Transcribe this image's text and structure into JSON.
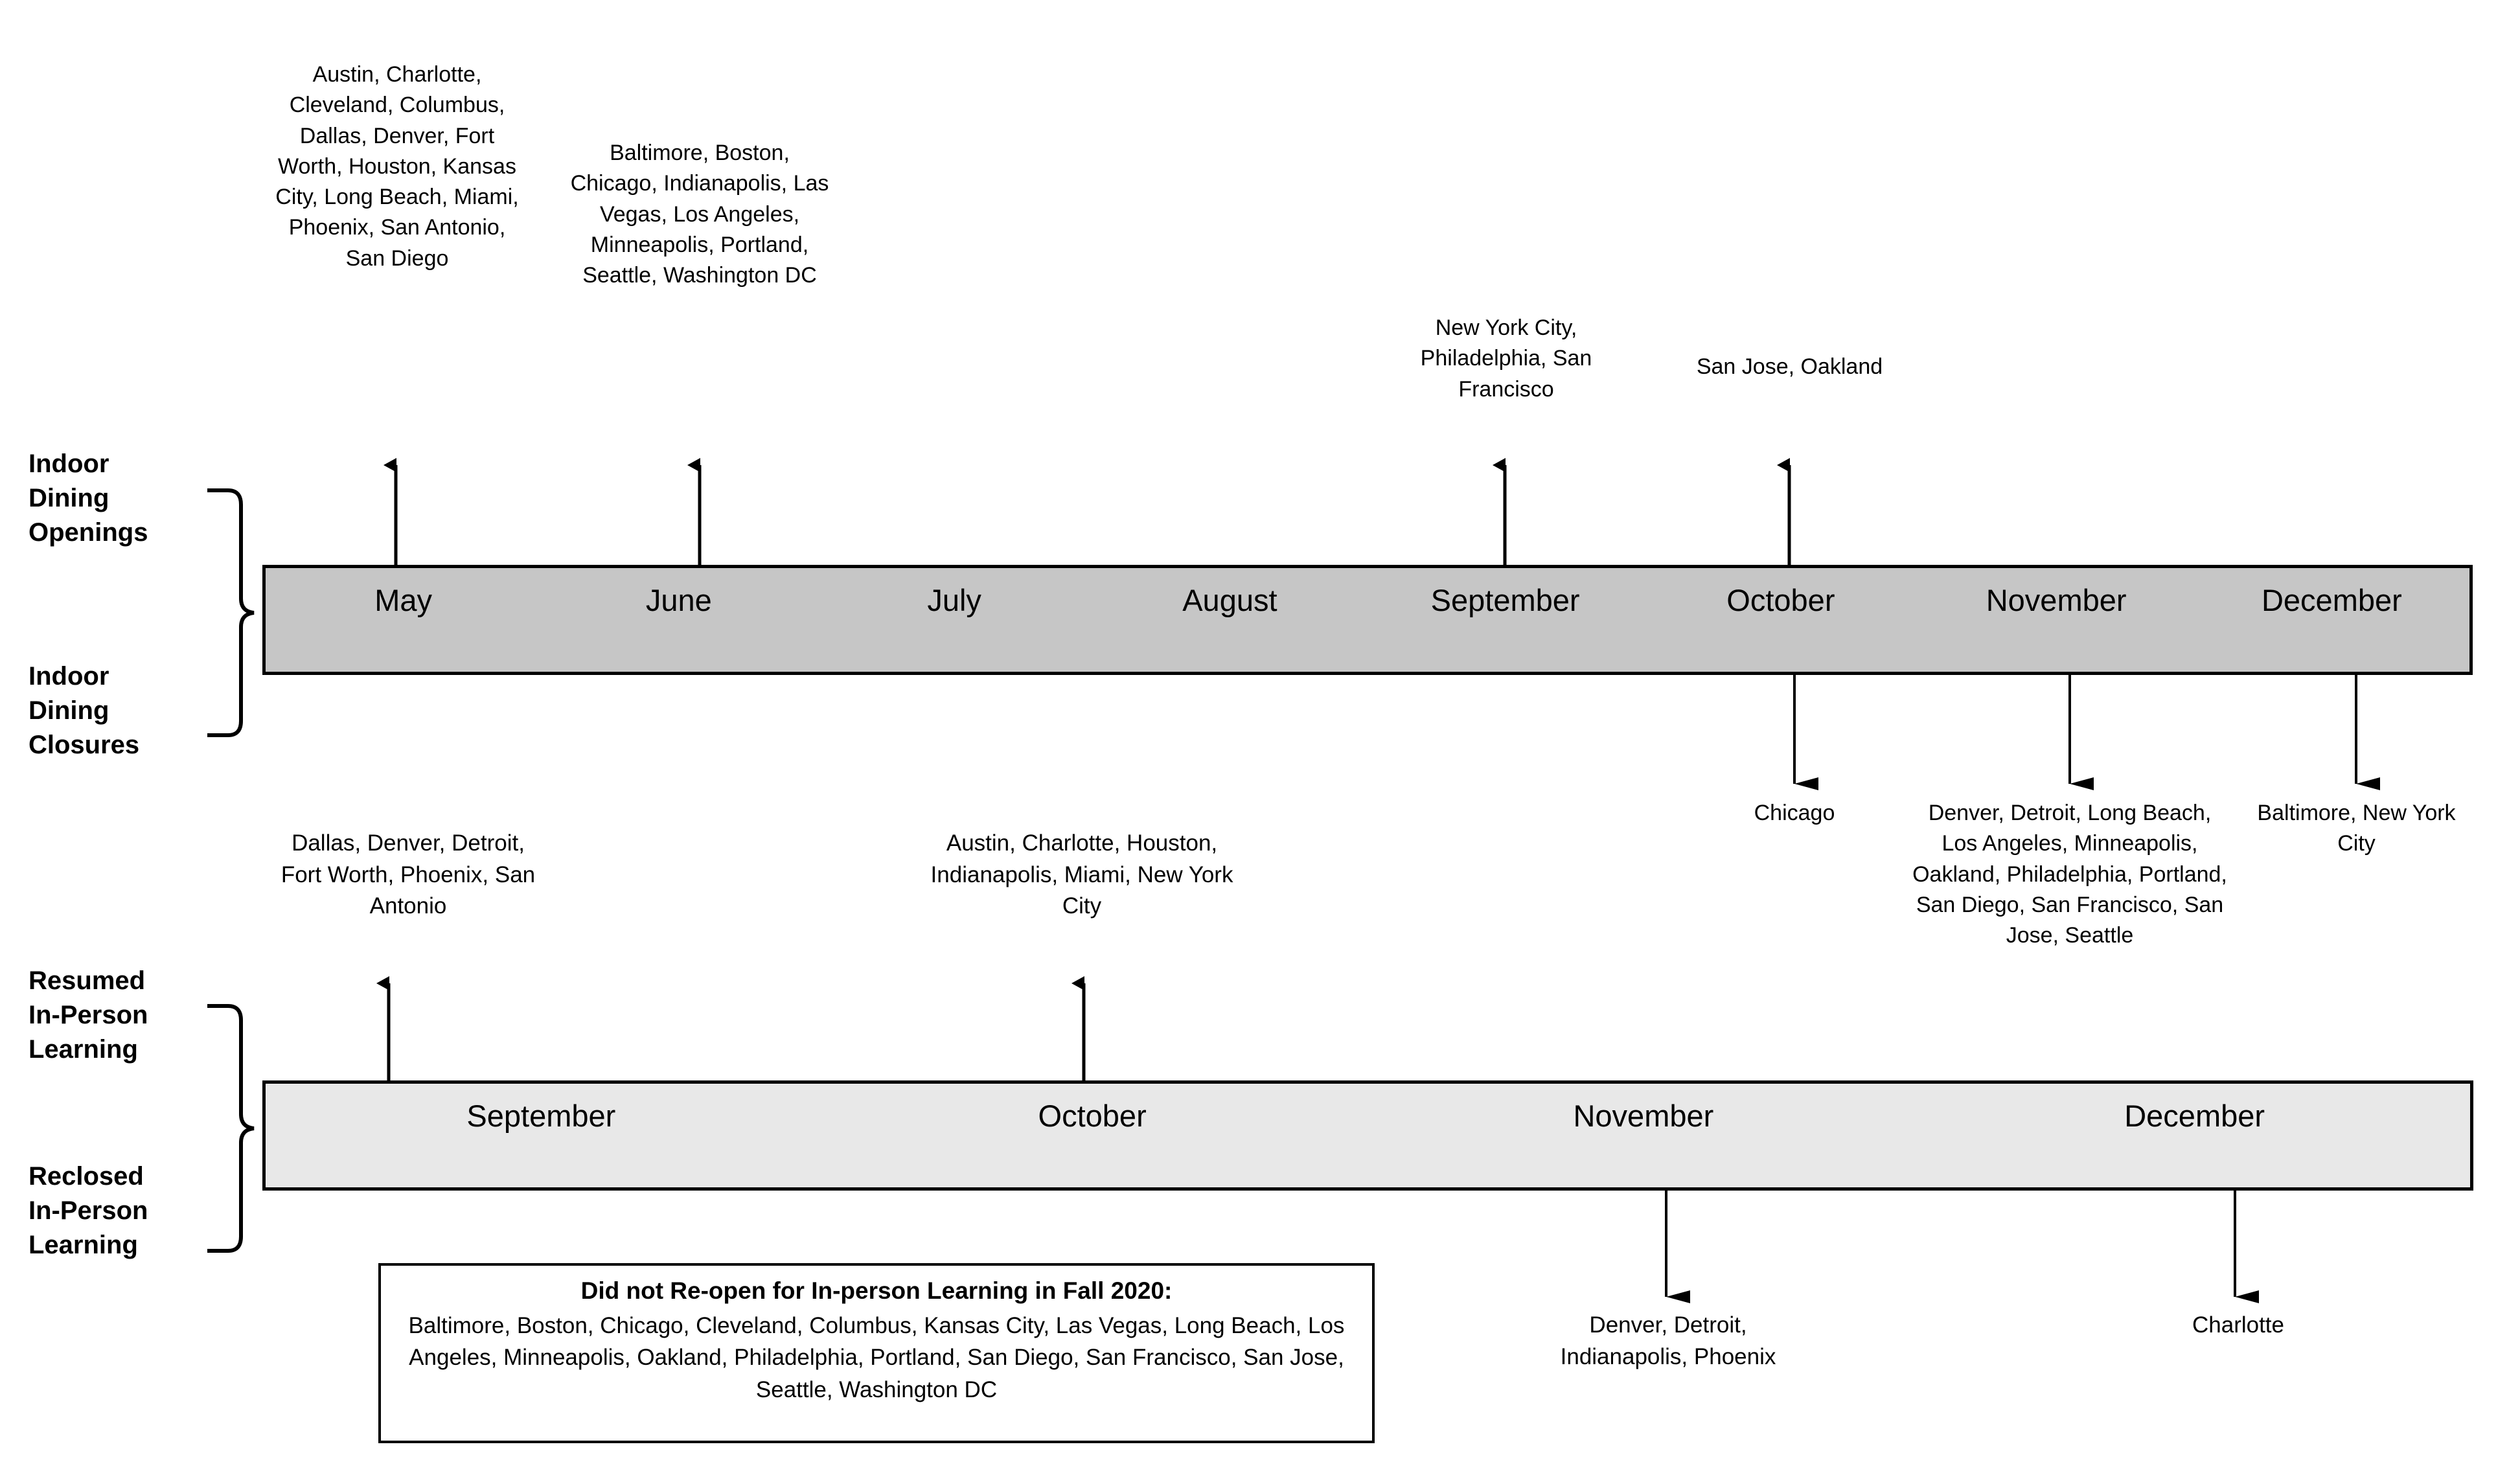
{
  "figure": {
    "sections": [
      {
        "id": "dining",
        "label_above": "Indoor\nDining\nOpenings",
        "label_below": "Indoor\nDining\nClosures",
        "months": [
          "May",
          "June",
          "July",
          "August",
          "September",
          "October",
          "November",
          "December"
        ]
      },
      {
        "id": "school",
        "label_above": "Resumed\nIn-Person\nLearning",
        "label_below": "Reclosed\nIn-Person\nLearning",
        "months": [
          "September",
          "October",
          "November",
          "December"
        ]
      }
    ]
  },
  "chart_data": {
    "type": "timeline",
    "title": "",
    "timelines": [
      {
        "name": "Indoor Dining",
        "axis_label_above": "Indoor Dining Openings",
        "axis_label_below": "Indoor Dining Closures",
        "categories": [
          "May",
          "June",
          "July",
          "August",
          "September",
          "October",
          "November",
          "December"
        ],
        "events_above": [
          {
            "month": "May",
            "cities": [
              "Austin",
              "Charlotte",
              "Cleveland",
              "Columbus",
              "Dallas",
              "Denver",
              "Fort Worth",
              "Houston",
              "Kansas City",
              "Long Beach",
              "Miami",
              "Phoenix",
              "San Antonio",
              "San Diego"
            ],
            "text": "Austin, Charlotte, Cleveland, Columbus, Dallas, Denver, Fort Worth, Houston, Kansas City, Long Beach, Miami, Phoenix, San Antonio, San Diego"
          },
          {
            "month": "June",
            "cities": [
              "Baltimore",
              "Boston",
              "Chicago",
              "Indianapolis",
              "Las Vegas",
              "Los Angeles",
              "Minneapolis",
              "Portland",
              "Seattle",
              "Washington DC"
            ],
            "text": "Baltimore, Boston, Chicago, Indianapolis, Las Vegas, Los Angeles, Minneapolis, Portland, Seattle, Washington DC"
          },
          {
            "month": "September",
            "cities": [
              "New York City",
              "Philadelphia",
              "San Francisco"
            ],
            "text": "New York City, Philadelphia, San Francisco"
          },
          {
            "month": "October",
            "cities": [
              "San Jose",
              "Oakland"
            ],
            "text": "San Jose, Oakland"
          }
        ],
        "events_below": [
          {
            "month": "October",
            "cities": [
              "Chicago"
            ],
            "text": "Chicago"
          },
          {
            "month": "November",
            "cities": [
              "Denver",
              "Detroit",
              "Long Beach",
              "Los Angeles",
              "Minneapolis",
              "Oakland",
              "Philadelphia",
              "Portland",
              "San Diego",
              "San Francisco",
              "San Jose",
              "Seattle"
            ],
            "text": "Denver, Detroit, Long Beach, Los Angeles, Minneapolis, Oakland, Philadelphia, Portland, San Diego, San Francisco, San Jose, Seattle"
          },
          {
            "month": "December",
            "cities": [
              "Baltimore",
              "New York City"
            ],
            "text": "Baltimore, New York City"
          }
        ]
      },
      {
        "name": "In-Person Learning",
        "axis_label_above": "Resumed In-Person Learning",
        "axis_label_below": "Reclosed In-Person Learning",
        "categories": [
          "September",
          "October",
          "November",
          "December"
        ],
        "events_above": [
          {
            "month": "September",
            "cities": [
              "Dallas",
              "Denver",
              "Detroit",
              "Fort Worth",
              "Phoenix",
              "San Antonio"
            ],
            "text": "Dallas, Denver, Detroit, Fort Worth, Phoenix, San Antonio"
          },
          {
            "month": "October",
            "cities": [
              "Austin",
              "Charlotte",
              "Houston",
              "Indianapolis",
              "Miami",
              "New York City"
            ],
            "text": "Austin, Charlotte, Houston, Indianapolis, Miami, New York City"
          }
        ],
        "events_below": [
          {
            "month": "November",
            "cities": [
              "Denver",
              "Detroit",
              "Indianapolis",
              "Phoenix"
            ],
            "text": "Denver, Detroit, Indianapolis, Phoenix"
          },
          {
            "month": "December",
            "cities": [
              "Charlotte"
            ],
            "text": "Charlotte"
          }
        ]
      }
    ],
    "note_box": {
      "title": "Did not Re-open for In-person Learning in Fall 2020:",
      "cities": [
        "Baltimore",
        "Boston",
        "Chicago",
        "Cleveland",
        "Columbus",
        "Kansas City",
        "Las Vegas",
        "Long Beach",
        "Los Angeles",
        "Minneapolis",
        "Oakland",
        "Philadelphia",
        "Portland",
        "San Diego",
        "San Francisco",
        "San Jose",
        "Seattle",
        "Washington DC"
      ],
      "body": "Baltimore, Boston, Chicago, Cleveland, Columbus, Kansas City, Las Vegas, Long Beach, Los Angeles, Minneapolis, Oakland, Philadelphia, Portland, San Diego, San Francisco, San Jose, Seattle, Washington DC"
    },
    "colors": {
      "dining_bar_fill": "#c6c6c6",
      "school_bar_fill": "#e8e8e8",
      "stroke": "#000000",
      "background": "#ffffff"
    }
  },
  "dining": {
    "label_above": "Indoor\nDining\nOpenings",
    "label_below": "Indoor\nDining\nClosures",
    "months": {
      "m0": "May",
      "m1": "June",
      "m2": "July",
      "m3": "August",
      "m4": "September",
      "m5": "October",
      "m6": "November",
      "m7": "December"
    },
    "open_may": "Austin, Charlotte, Cleveland, Columbus, Dallas, Denver, Fort Worth, Houston, Kansas City, Long Beach, Miami, Phoenix, San Antonio, San Diego",
    "open_june": "Baltimore, Boston, Chicago, Indianapolis, Las Vegas, Los Angeles, Minneapolis, Portland, Seattle, Washington DC",
    "open_september": "New York City, Philadelphia, San Francisco",
    "open_october": "San Jose, Oakland",
    "close_october": "Chicago",
    "close_november": "Denver, Detroit, Long Beach, Los Angeles, Minneapolis, Oakland, Philadelphia, Portland, San Diego, San Francisco, San Jose, Seattle",
    "close_december": "Baltimore, New York City"
  },
  "school": {
    "label_above": "Resumed\nIn-Person\nLearning",
    "label_below": "Reclosed\nIn-Person\nLearning",
    "months": {
      "m0": "September",
      "m1": "October",
      "m2": "November",
      "m3": "December"
    },
    "resume_september": "Dallas, Denver, Detroit, Fort Worth, Phoenix, San Antonio",
    "resume_october": "Austin, Charlotte, Houston, Indianapolis, Miami, New York City",
    "reclose_november": "Denver, Detroit, Indianapolis, Phoenix",
    "reclose_december": "Charlotte"
  },
  "note_box": {
    "title": "Did not Re-open for In-person Learning in Fall 2020:",
    "body": "Baltimore, Boston, Chicago, Cleveland, Columbus, Kansas City, Las Vegas, Long Beach, Los Angeles, Minneapolis, Oakland, Philadelphia, Portland, San Diego, San Francisco, San Jose, Seattle, Washington DC"
  }
}
